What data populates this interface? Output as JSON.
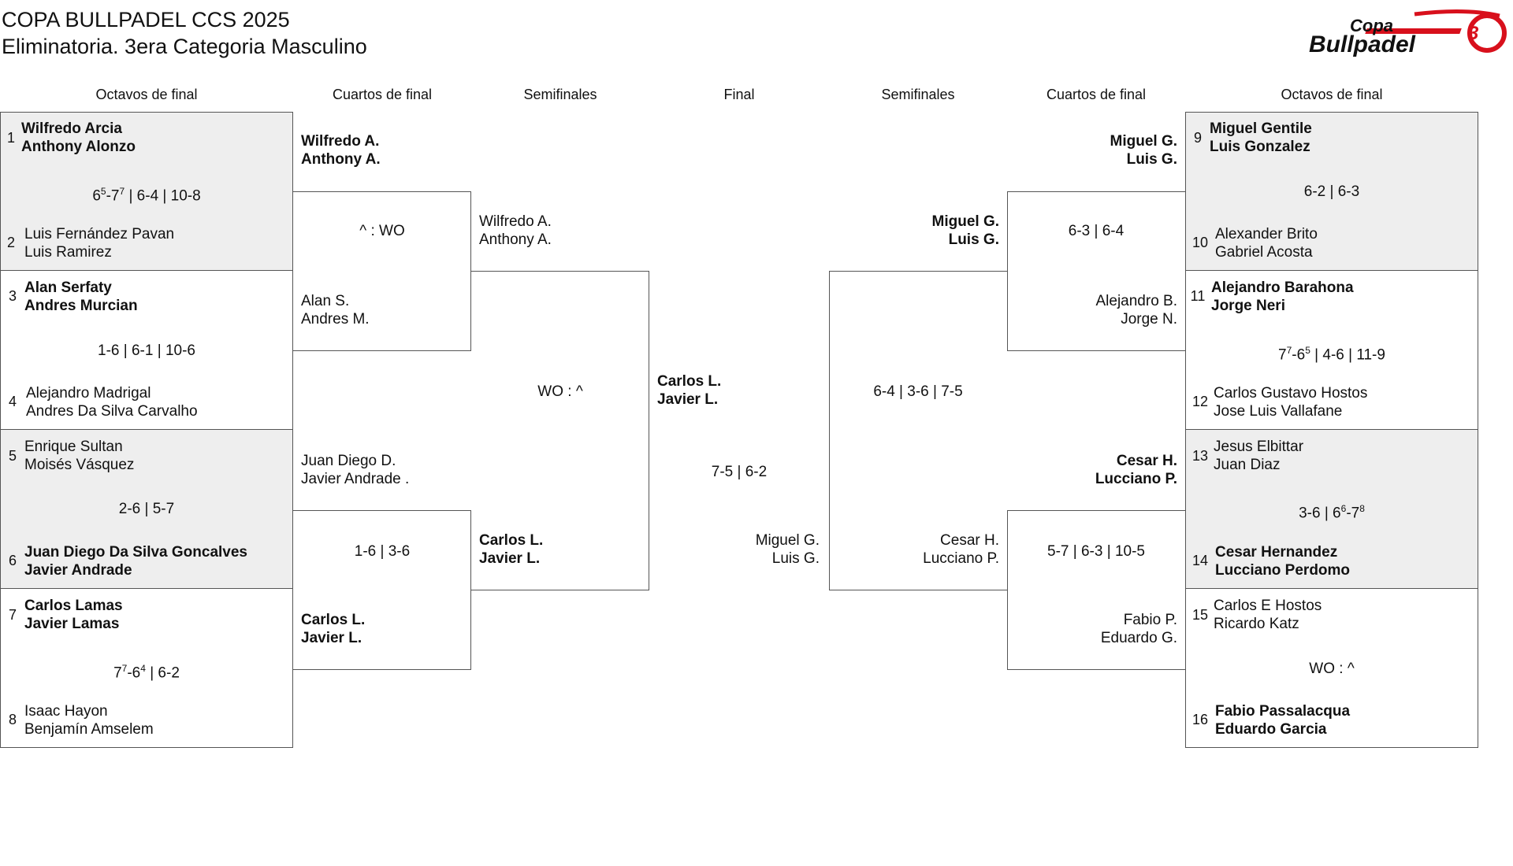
{
  "header": {
    "title": "COPA BULLPADEL CCS 2025",
    "subtitle": "Eliminatoria. 3era Categoria Masculino",
    "logo_line1": "Copa",
    "logo_line2": "Bullpadel"
  },
  "rounds": {
    "left_r16": "Octavos de final",
    "left_qf": "Cuartos de final",
    "left_sf": "Semifinales",
    "final": "Final",
    "right_sf": "Semifinales",
    "right_qf": "Cuartos de final",
    "right_r16": "Octavos de final"
  },
  "left_r16": [
    {
      "seed_a": "1",
      "a1": "Wilfredo Arcia",
      "a2": "Anthony Alonzo",
      "seed_b": "2",
      "b1": "Luis Fernández Pavan",
      "b2": "Luis Ramirez",
      "winner": "a",
      "score": [
        [
          "6",
          ""
        ],
        [
          "5",
          "sup"
        ],
        [
          "-7",
          ""
        ],
        [
          "7",
          "sup"
        ],
        [
          " | 6-4 | 10-8",
          ""
        ]
      ]
    },
    {
      "seed_a": "3",
      "a1": "Alan Serfaty",
      "a2": "Andres Murcian",
      "seed_b": "4",
      "b1": "Alejandro Madrigal",
      "b2": "Andres Da Silva Carvalho",
      "winner": "a",
      "score": [
        [
          "1-6 | 6-1 | 10-6",
          ""
        ]
      ]
    },
    {
      "seed_a": "5",
      "a1": "Enrique Sultan",
      "a2": "Moisés Vásquez",
      "seed_b": "6",
      "b1": "Juan Diego Da Silva Goncalves",
      "b2": "Javier Andrade",
      "winner": "b",
      "score": [
        [
          "2-6 | 5-7",
          ""
        ]
      ]
    },
    {
      "seed_a": "7",
      "a1": "Carlos Lamas",
      "a2": "Javier Lamas",
      "seed_b": "8",
      "b1": "Isaac Hayon",
      "b2": "Benjamín Amselem",
      "winner": "a",
      "score": [
        [
          "7",
          ""
        ],
        [
          "7",
          "sup"
        ],
        [
          "-6",
          ""
        ],
        [
          "4",
          "sup"
        ],
        [
          " | 6-2",
          ""
        ]
      ]
    }
  ],
  "left_qf": [
    {
      "a1": "Wilfredo A.",
      "a2": "Anthony A.",
      "b1": "Alan S.",
      "b2": "Andres M.",
      "winner": "a",
      "score": "^ : WO"
    },
    {
      "a1": "Juan Diego D.",
      "a2": "Javier Andrade .",
      "b1": "Carlos L.",
      "b2": "Javier L.",
      "winner": "b",
      "score": "1-6 | 3-6"
    }
  ],
  "left_sf": {
    "a1": "Wilfredo A.",
    "a2": "Anthony A.",
    "b1": "Carlos L.",
    "b2": "Javier L.",
    "winner": "b",
    "score": "WO : ^"
  },
  "final": {
    "a1": "Carlos L.",
    "a2": "Javier L.",
    "b1": "Miguel G.",
    "b2": "Luis G.",
    "winner": "a",
    "score": "7-5 | 6-2"
  },
  "right_sf": {
    "a1": "Miguel G.",
    "a2": "Luis G.",
    "b1": "Cesar H.",
    "b2": "Lucciano P.",
    "winner": "a",
    "score": "6-4 | 3-6 | 7-5"
  },
  "right_qf": [
    {
      "a1": "Miguel G.",
      "a2": "Luis G.",
      "b1": "Alejandro B.",
      "b2": "Jorge N.",
      "winner": "a",
      "score": "6-3 | 6-4"
    },
    {
      "a1": "Cesar H.",
      "a2": "Lucciano P.",
      "b1": "Fabio P.",
      "b2": "Eduardo G.",
      "winner": "a",
      "score": "5-7 | 6-3 | 10-5"
    }
  ],
  "right_r16": [
    {
      "seed_a": "9",
      "a1": "Miguel Gentile",
      "a2": "Luis Gonzalez",
      "seed_b": "10",
      "b1": "Alexander Brito",
      "b2": "Gabriel Acosta",
      "winner": "a",
      "score": [
        [
          "6-2 | 6-3",
          ""
        ]
      ]
    },
    {
      "seed_a": "11",
      "a1": "Alejandro Barahona",
      "a2": "Jorge Neri",
      "seed_b": "12",
      "b1": "Carlos Gustavo Hostos",
      "b2": "Jose Luis Vallafane",
      "winner": "a",
      "score": [
        [
          "7",
          ""
        ],
        [
          "7",
          "sup"
        ],
        [
          "-6",
          ""
        ],
        [
          "5",
          "sup"
        ],
        [
          " | 4-6 | 11-9",
          ""
        ]
      ]
    },
    {
      "seed_a": "13",
      "a1": "Jesus Elbittar",
      "a2": "Juan Diaz",
      "seed_b": "14",
      "b1": "Cesar Hernandez",
      "b2": "Lucciano Perdomo",
      "winner": "b",
      "score": [
        [
          "3-6 | 6",
          ""
        ],
        [
          "6",
          "sup"
        ],
        [
          "-7",
          ""
        ],
        [
          "8",
          "sup"
        ]
      ]
    },
    {
      "seed_a": "15",
      "a1": "Carlos E Hostos",
      "a2": "Ricardo Katz",
      "seed_b": "16",
      "b1": "Fabio Passalacqua",
      "b2": "Eduardo Garcia",
      "winner": "b",
      "score": [
        [
          "WO : ^",
          ""
        ]
      ]
    }
  ],
  "colors": {
    "line": "#555555",
    "shade": "#eeeeee",
    "logo_red": "#d8101c",
    "text": "#111111"
  }
}
